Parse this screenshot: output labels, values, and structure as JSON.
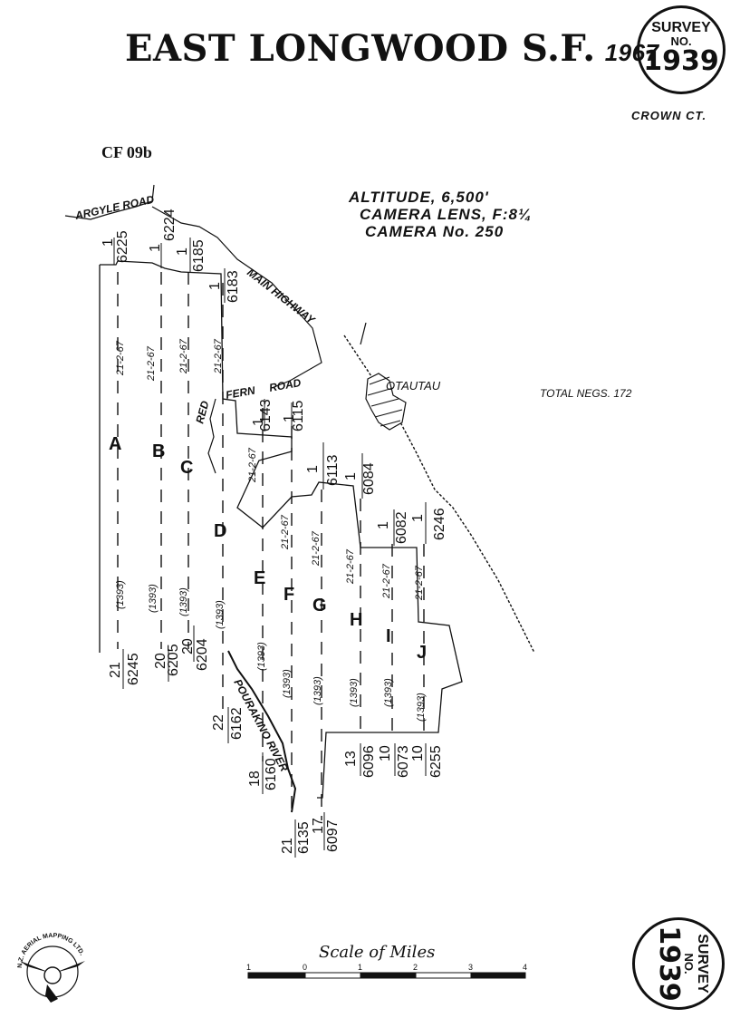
{
  "header": {
    "title": "EAST LONGWOOD S.F.",
    "year": "1967",
    "ref_code": "CF 09b"
  },
  "survey_seal": {
    "label": "SURVEY",
    "no_label": "NO.",
    "number": "1939",
    "subtitle": "CROWN CT."
  },
  "camera_info": {
    "altitude": "ALTITUDE, 6,500'",
    "lens": "CAMERA LENS, F:8¼",
    "camera_no": "CAMERA No. 250"
  },
  "total_negs": "TOTAL NEGS. 172",
  "place_labels": {
    "argyle_road": "ARGYLE ROAD",
    "main_highway": "MAIN HIGHWAY",
    "fern_road": "FERN ROAD",
    "fern": "FERN",
    "road": "ROAD",
    "red": "RED",
    "otautau": "OTAUTAU",
    "pourakino_river": "POURAKINO RIVER"
  },
  "runs": [
    {
      "letter": "A",
      "date": "21-2-67",
      "film": "(1393)",
      "top_neg": "6225",
      "top_count": "1",
      "bot_count": "21",
      "bot_neg": "6245"
    },
    {
      "letter": "B",
      "date": "21-2-67",
      "film": "(1393)",
      "top_neg": "6224",
      "top_count": "1",
      "bot_count": "20",
      "bot_neg": "6205"
    },
    {
      "letter": "C",
      "date": "21-2-67",
      "film": "(1393)",
      "top_neg": "6185",
      "top_count": "1",
      "bot_count": "20",
      "bot_neg": "6204"
    },
    {
      "letter": "D",
      "date": "21-2-67",
      "film": "(1393)",
      "top_neg": "6183",
      "top_count": "1",
      "bot_count": "22",
      "bot_neg": "6162"
    },
    {
      "letter": "E",
      "date": "21-2-67",
      "film": "(1393)",
      "top_neg": "6143",
      "top_count": "1",
      "bot_count": "18",
      "bot_neg": "6160"
    },
    {
      "letter": "F",
      "date": "21-2-67",
      "film": "(1393)",
      "top_neg": "6115",
      "top_count": "1",
      "bot_count": "21",
      "bot_neg": "6135"
    },
    {
      "letter": "G",
      "date": "21-2-67",
      "film": "(1393)",
      "top_neg": "6113",
      "top_count": "1",
      "bot_count": "17",
      "bot_neg": "6097"
    },
    {
      "letter": "H",
      "date": "21-2-67",
      "film": "(1393)",
      "top_neg": "6084",
      "top_count": "1",
      "bot_count": "13",
      "bot_neg": "6096"
    },
    {
      "letter": "I",
      "date": "21-2-67",
      "film": "(1393)",
      "top_neg": "6082",
      "top_count": "1",
      "bot_count": "10",
      "bot_neg": "6073"
    },
    {
      "letter": "J",
      "date": "21-2-67",
      "film": "(1393)",
      "top_neg": "6246",
      "top_count": "1",
      "bot_count": "10",
      "bot_neg": "6255"
    }
  ],
  "scale": {
    "title": "Scale of Miles",
    "ticks": [
      "1",
      "0",
      "1",
      "2",
      "3",
      "4"
    ]
  },
  "logo": {
    "text": "N.Z. AERIAL MAPPING LTD."
  }
}
